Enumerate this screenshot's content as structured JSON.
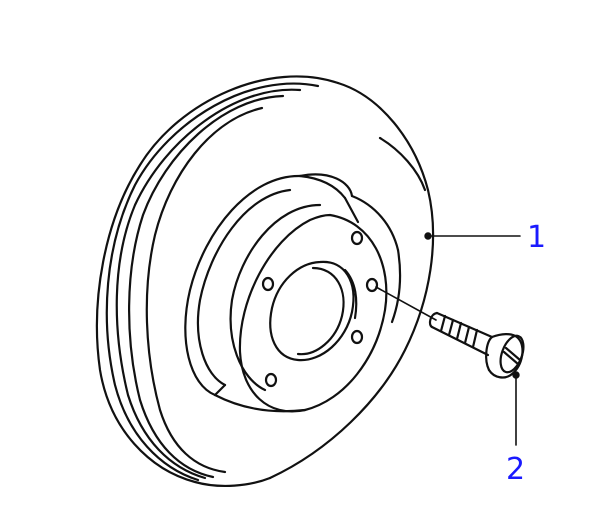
{
  "diagram": {
    "parts": [
      {
        "number": "1",
        "name": "brake-disc"
      },
      {
        "number": "2",
        "name": "disc-screw"
      }
    ]
  },
  "colors": {
    "line": "#111111",
    "callout_text": "#1a1aff",
    "background": "#ffffff"
  }
}
